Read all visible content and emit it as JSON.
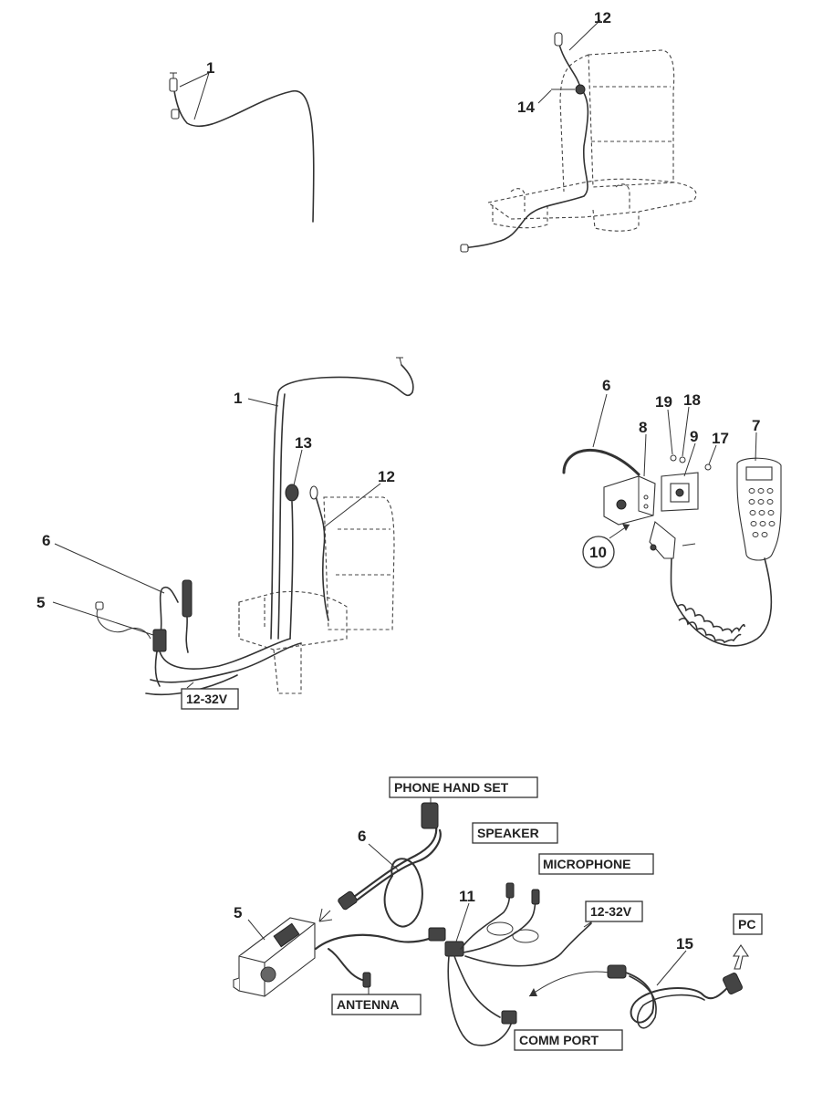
{
  "callouts": {
    "top_left_1": "1",
    "top_right_12": "12",
    "top_right_14": "14",
    "mid_left_1": "1",
    "mid_left_13": "13",
    "mid_left_12": "12",
    "mid_left_6": "6",
    "mid_left_5": "5",
    "mid_right_6": "6",
    "mid_right_8": "8",
    "mid_right_19": "19",
    "mid_right_18": "18",
    "mid_right_9": "9",
    "mid_right_17": "17",
    "mid_right_7": "7",
    "mid_right_10": "10",
    "bottom_6": "6",
    "bottom_5": "5",
    "bottom_11": "11",
    "bottom_15": "15"
  },
  "labels": {
    "power_mid": "12-32V",
    "phone_hand_set": "PHONE HAND SET",
    "speaker": "SPEAKER",
    "microphone": "MICROPHONE",
    "power_bottom": "12-32V",
    "pc": "PC",
    "antenna": "ANTENNA",
    "comm_port": "COMM PORT"
  }
}
